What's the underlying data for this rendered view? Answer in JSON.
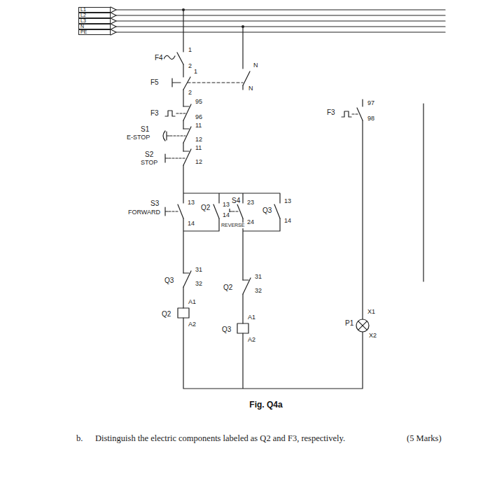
{
  "diagram": {
    "caption": "Fig. Q4a",
    "nodes": [
      {
        "text": [
          "L1"
        ]
      },
      {
        "text": [
          "L2"
        ]
      },
      {
        "text": [
          "L3"
        ]
      },
      {
        "text": [
          "N"
        ]
      },
      {
        "text": [
          "PE"
        ]
      }
    ],
    "labels": [
      "F4",
      "1",
      "2",
      "F5",
      "1",
      "2",
      "N",
      "N",
      "F3",
      "95",
      "96",
      "S1",
      "E-STOP",
      "11",
      "12",
      "S2",
      "STOP",
      "11",
      "12",
      "S3",
      "FORWARD",
      "13",
      "14",
      "Q2",
      "13",
      "14",
      "S4",
      "REVERSE",
      "23",
      "24",
      "Q3",
      "13",
      "14",
      "Q3",
      "31",
      "32",
      "A1",
      "Q2",
      "A2",
      "Q2",
      "31",
      "32",
      "A1",
      "Q3",
      "A2",
      "F3",
      "97",
      "98",
      "P1",
      "X1",
      "X2",
      "b.",
      "Distinguish the electric components labeled as Q2 and F3, respectively.",
      "(5 Marks)"
    ]
  }
}
